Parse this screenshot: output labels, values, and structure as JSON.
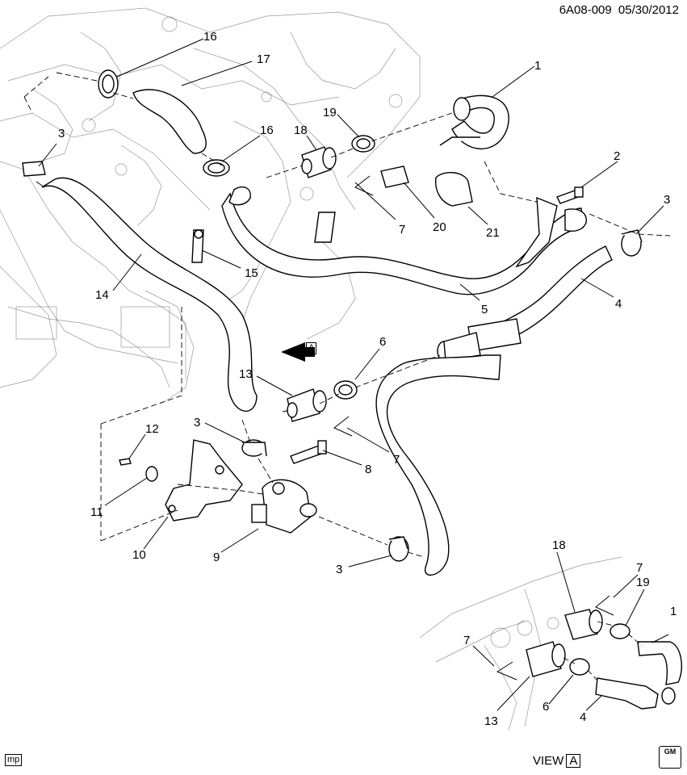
{
  "header": {
    "drawing_id": "6A08-009",
    "date": "05/30/2012"
  },
  "footer": {
    "corner_tag": "mp",
    "view_label": "VIEW",
    "view_letter": "A",
    "logo_text": "GM"
  },
  "view_arrow_letter": "A",
  "callouts": [
    {
      "id": "c16a",
      "text": "16"
    },
    {
      "id": "c17",
      "text": "17"
    },
    {
      "id": "c1",
      "text": "1"
    },
    {
      "id": "c16b",
      "text": "16"
    },
    {
      "id": "c18",
      "text": "18"
    },
    {
      "id": "c19",
      "text": "19"
    },
    {
      "id": "c3a",
      "text": "3"
    },
    {
      "id": "c2",
      "text": "2"
    },
    {
      "id": "c3b",
      "text": "3"
    },
    {
      "id": "c7a",
      "text": "7"
    },
    {
      "id": "c20",
      "text": "20"
    },
    {
      "id": "c21",
      "text": "21"
    },
    {
      "id": "c15",
      "text": "15"
    },
    {
      "id": "c14",
      "text": "14"
    },
    {
      "id": "c5",
      "text": "5"
    },
    {
      "id": "c4",
      "text": "4"
    },
    {
      "id": "c6",
      "text": "6"
    },
    {
      "id": "c13",
      "text": "13"
    },
    {
      "id": "c7b",
      "text": "7"
    },
    {
      "id": "c12",
      "text": "12"
    },
    {
      "id": "c3c",
      "text": "3"
    },
    {
      "id": "c8",
      "text": "8"
    },
    {
      "id": "c11",
      "text": "11"
    },
    {
      "id": "c10",
      "text": "10"
    },
    {
      "id": "c9",
      "text": "9"
    },
    {
      "id": "c3d",
      "text": "3"
    },
    {
      "id": "c18v",
      "text": "18"
    },
    {
      "id": "c7v1",
      "text": "7"
    },
    {
      "id": "c19v",
      "text": "19"
    },
    {
      "id": "c1v",
      "text": "1"
    },
    {
      "id": "c7v2",
      "text": "7"
    },
    {
      "id": "c13v",
      "text": "13"
    },
    {
      "id": "c6v",
      "text": "6"
    },
    {
      "id": "c4v",
      "text": "4"
    }
  ]
}
